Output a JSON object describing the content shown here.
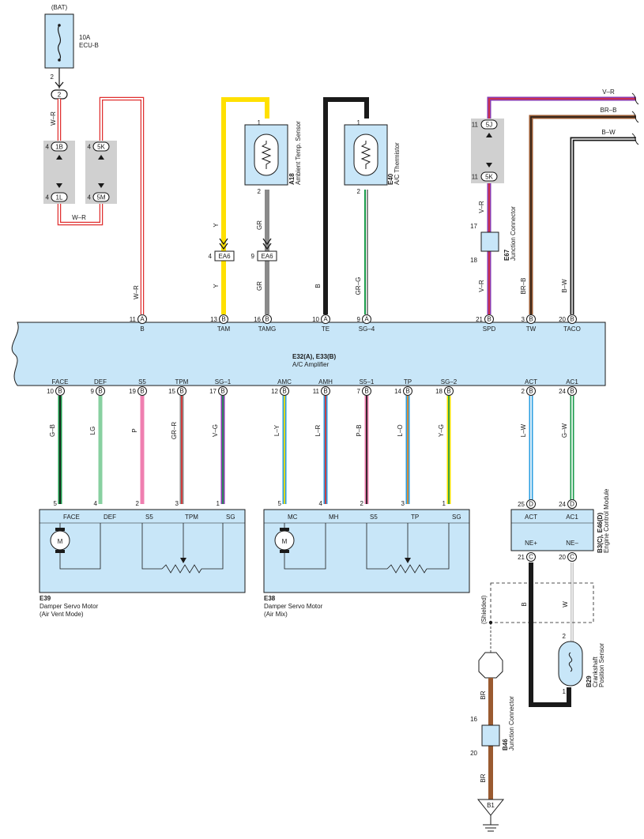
{
  "colors": {
    "box_fill": "#c8e6f8",
    "gray_box": "#d0d0d0",
    "W": "#ffffff",
    "R": "#e03030",
    "Y": "#ffe000",
    "GR": "#8a8a8a",
    "B": "#1a1a1a",
    "G": "#1a9a4a",
    "V": "#8a3ab0",
    "BR": "#9a5a30",
    "LG": "#88d0a0",
    "P": "#ef7fb0",
    "L": "#2a9ee0",
    "O": "#f08a20"
  },
  "fuse": {
    "top": "(BAT)",
    "rating": "10A",
    "name": "ECU-B",
    "pin": "2"
  },
  "jc_left": {
    "pins": [
      "4",
      "4",
      "4",
      "4"
    ],
    "labels": [
      "1B",
      "1L",
      "5K",
      "5M"
    ]
  },
  "wire_labels": {
    "wr_a": "W–R",
    "wr_b": "W–R",
    "wr_c": "W–R",
    "y1": "Y",
    "y2": "Y",
    "gr1": "GR",
    "gr2": "GR",
    "b_te": "B",
    "grg": "GR–G",
    "vr1": "V–R",
    "vr2": "V–R",
    "brb": "BR–B",
    "bw": "B–W",
    "vr_t": "V–R",
    "brb_t": "BR–B",
    "bw_t": "B–W"
  },
  "a18": {
    "id": "A18",
    "name": "Ambient Temp. Sensor",
    "pin_top": "1",
    "pin_bot": "2"
  },
  "e40": {
    "id": "E40",
    "name": "A/C Thermistor",
    "pin_top": "1",
    "pin_bot": "2"
  },
  "ea6": {
    "label": "EA6",
    "pin_y": "4",
    "pin_gr": "9"
  },
  "e67": {
    "id": "E67",
    "name": "Junction Connector",
    "pin_top": "17",
    "pin_bot": "18",
    "jc_top": "11",
    "jc_bot": "11",
    "jc_l1": "5J",
    "jc_l2": "5K"
  },
  "amp": {
    "title": "E32(A), E33(B)",
    "subtitle": "A/C Amplifier",
    "top_pins": [
      {
        "num": "11",
        "con": "A",
        "name": "B"
      },
      {
        "num": "13",
        "con": "B",
        "name": "TAM"
      },
      {
        "num": "16",
        "con": "B",
        "name": "TAMG"
      },
      {
        "num": "10",
        "con": "A",
        "name": "TE"
      },
      {
        "num": "9",
        "con": "A",
        "name": "SG–4"
      },
      {
        "num": "21",
        "con": "B",
        "name": "SPD"
      },
      {
        "num": "3",
        "con": "B",
        "name": "TW"
      },
      {
        "num": "20",
        "con": "B",
        "name": "TACO"
      }
    ],
    "bottom_pins": [
      {
        "num": "10",
        "con": "B",
        "name": "FACE",
        "wire": "G–B"
      },
      {
        "num": "9",
        "con": "B",
        "name": "DEF",
        "wire": "LG"
      },
      {
        "num": "19",
        "con": "B",
        "name": "S5",
        "wire": "P"
      },
      {
        "num": "15",
        "con": "B",
        "name": "TPM",
        "wire": "GR–R"
      },
      {
        "num": "17",
        "con": "B",
        "name": "SG–1",
        "wire": "V–G"
      },
      {
        "num": "12",
        "con": "B",
        "name": "AMC",
        "wire": "L–Y"
      },
      {
        "num": "11",
        "con": "B",
        "name": "AMH",
        "wire": "L–R"
      },
      {
        "num": "7",
        "con": "B",
        "name": "S5–1",
        "wire": "P–B"
      },
      {
        "num": "14",
        "con": "B",
        "name": "TP",
        "wire": "L–O"
      },
      {
        "num": "18",
        "con": "B",
        "name": "SG–2",
        "wire": "Y–G"
      },
      {
        "num": "2",
        "con": "B",
        "name": "ACT",
        "wire": "L–W"
      },
      {
        "num": "24",
        "con": "B",
        "name": "AC1",
        "wire": "G–W"
      }
    ]
  },
  "e39": {
    "id": "E39",
    "name": "Damper Servo Motor",
    "mode": "(Air Vent Mode)",
    "pins": [
      {
        "num": "5",
        "name": "FACE"
      },
      {
        "num": "4",
        "name": "DEF"
      },
      {
        "num": "2",
        "name": "S5"
      },
      {
        "num": "3",
        "name": "TPM"
      },
      {
        "num": "1",
        "name": "SG"
      }
    ],
    "motor": "M"
  },
  "e38": {
    "id": "E38",
    "name": "Damper Servo Motor",
    "mode": "(Air Mix)",
    "pins": [
      {
        "num": "5",
        "name": "MC"
      },
      {
        "num": "4",
        "name": "MH"
      },
      {
        "num": "2",
        "name": "S5"
      },
      {
        "num": "3",
        "name": "TP"
      },
      {
        "num": "1",
        "name": "SG"
      }
    ],
    "motor": "M"
  },
  "ecm": {
    "id": "B3(C), E46(D)",
    "name": "Engine Control Module",
    "top_pins": [
      {
        "num": "25",
        "con": "D",
        "name": "ACT"
      },
      {
        "num": "24",
        "con": "D",
        "name": "AC1"
      }
    ],
    "bottom_pins": [
      {
        "num": "21",
        "con": "C",
        "name": "NE+"
      },
      {
        "num": "20",
        "con": "C",
        "name": "NE–"
      }
    ]
  },
  "shield": {
    "label": "(Shielded)",
    "wire_b": "B",
    "wire_w": "W"
  },
  "b29": {
    "id": "B29",
    "name1": "Crankshaft",
    "name2": "Position Sensor",
    "pin_top": "2",
    "pin_bot": "1"
  },
  "b46": {
    "id": "B46",
    "name": "Junction Connector",
    "wire1": "BR",
    "wire2": "BR",
    "pin_top": "16",
    "pin_bot": "20"
  },
  "ground": {
    "label": "B1"
  }
}
